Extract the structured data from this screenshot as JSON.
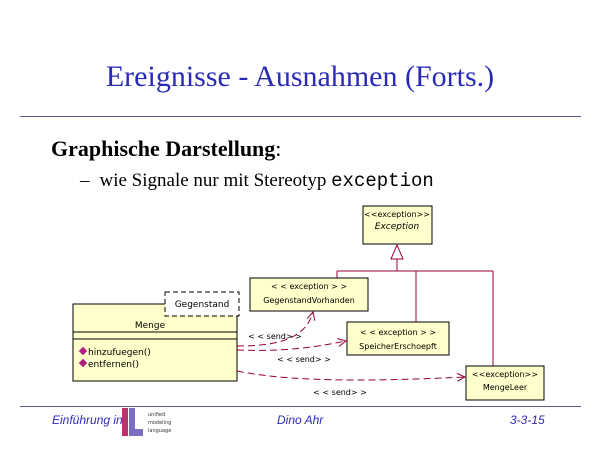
{
  "title": "Ereignisse - Ausnahmen (Forts.)",
  "bullet": {
    "bold": "Graphische Darstellung",
    "colon": ":",
    "sub_dash": "–",
    "sub_text": "wie Signale nur mit Stereotyp",
    "sub_code": "exception"
  },
  "diagram": {
    "exception_class": {
      "stereotype": "<<exception>>",
      "name": "Exception"
    },
    "gegenstand_vorhanden": {
      "stereotype": "< < exception > >",
      "name": "GegenstandVorhanden"
    },
    "speicher_erschoepft": {
      "stereotype": "< < exception > >",
      "name": "SpeicherErschoepft"
    },
    "menge_leer": {
      "stereotype": "<<exception>>",
      "name": "MengeLeer"
    },
    "menge": {
      "name": "Menge",
      "parameter": "Gegenstand",
      "operations": [
        "hinzufuegen()",
        "entfernen()"
      ]
    },
    "send_labels": [
      "< < send> >",
      "< < send> >",
      "< < send> >"
    ]
  },
  "colors": {
    "title": "#2a2ab8",
    "class_fill": "#ffffcc",
    "association": "#990033",
    "generalization": "#990033",
    "operation_icon": "#b02080"
  },
  "footer": {
    "left": "Einführung in",
    "logo_text": [
      "unified",
      "modeling",
      "language"
    ],
    "center": "Dino Ahr",
    "right": "3-3-15"
  }
}
